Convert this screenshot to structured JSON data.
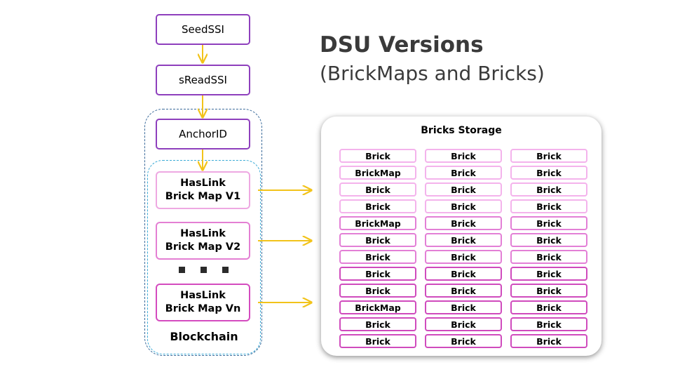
{
  "title": {
    "line1": "DSU Versions",
    "line2": "(BrickMaps and Bricks)"
  },
  "chain": {
    "seed": "SeedSSI",
    "sread": "sReadSSI",
    "anchor": "AnchorID",
    "v1": [
      "HasLink",
      "Brick Map V1"
    ],
    "v2": [
      "HasLink",
      "Brick Map V2"
    ],
    "vn": [
      "HasLink",
      "Brick Map Vn"
    ],
    "blockchain_label": "Blockchain"
  },
  "storage": {
    "title": "Bricks Storage",
    "rows": [
      [
        "Brick",
        "Brick",
        "Brick"
      ],
      [
        "BrickMap",
        "Brick",
        "Brick"
      ],
      [
        "Brick",
        "Brick",
        "Brick"
      ],
      [
        "Brick",
        "Brick",
        "Brick"
      ],
      [
        "BrickMap",
        "Brick",
        "Brick"
      ],
      [
        "Brick",
        "Brick",
        "Brick"
      ],
      [
        "Brick",
        "Brick",
        "Brick"
      ],
      [
        "Brick",
        "Brick",
        "Brick"
      ],
      [
        "Brick",
        "Brick",
        "Brick"
      ],
      [
        "BrickMap",
        "Brick",
        "Brick"
      ],
      [
        "Brick",
        "Brick",
        "Brick"
      ],
      [
        "Brick",
        "Brick",
        "Brick"
      ]
    ]
  },
  "colors": {
    "ssi_border": "#8e3fbd",
    "arrow": "#f2c31a",
    "outer_dashed": "#3a6a9a",
    "inner_dashed": "#3aaad6",
    "pink_light": "#f4b3ec",
    "pink_mid": "#e37fd6",
    "pink_dark": "#d04bbd"
  }
}
